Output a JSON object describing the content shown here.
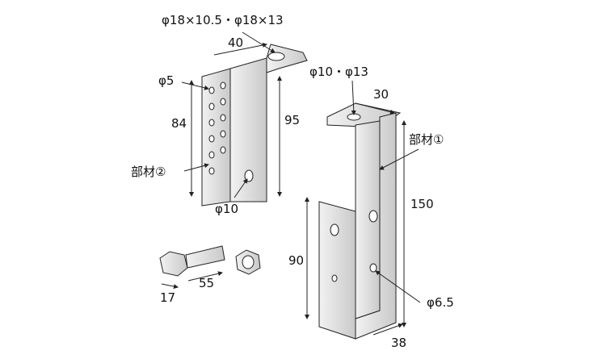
{
  "labels": {
    "slot_size": "φ18×10.5・φ18×13",
    "width_40": "40",
    "hole_5": "φ5",
    "height_84": "84",
    "height_95": "95",
    "part2": "部材②",
    "hole_10_small": "φ10",
    "hole_10_13": "φ10・φ13",
    "width_30": "30",
    "part1": "部材①",
    "height_150": "150",
    "height_90": "90",
    "bolt_length": "55",
    "bolt_head": "17",
    "hole_6_5": "φ6.5",
    "depth_38": "38"
  },
  "colors": {
    "metal": "#e4e4e4",
    "metal_dark": "#bdbdbd",
    "line": "#222222"
  }
}
